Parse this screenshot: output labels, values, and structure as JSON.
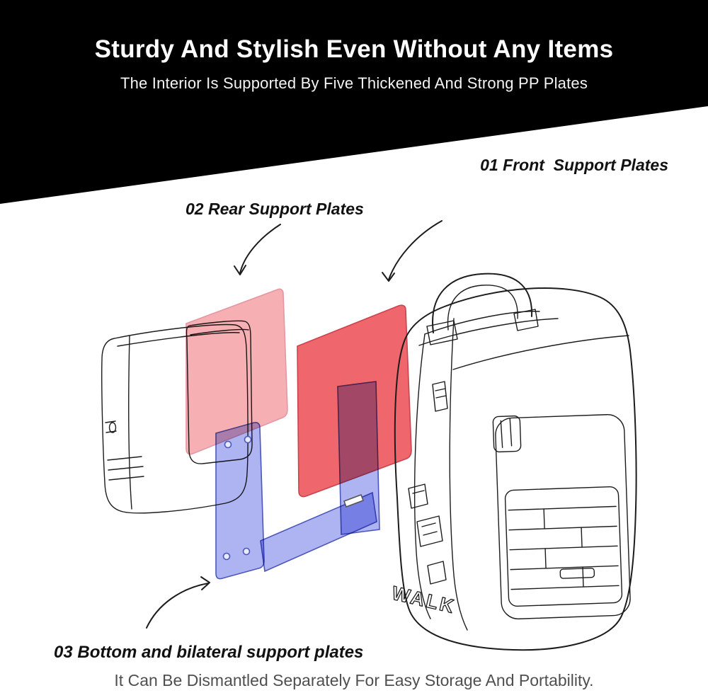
{
  "header": {
    "title": "Sturdy And Stylish Even Without Any Items",
    "subtitle": "The Interior Is Supported By Five Thickened And Strong PP Plates"
  },
  "annotations": {
    "front": "01 Front  Support Plates",
    "rear": "02 Rear Support Plates",
    "bottom": "03 Bottom and bilateral support plates"
  },
  "footer": {
    "caption": "It Can Be Dismantled Separately For Easy Storage And Portability."
  },
  "illustration": {
    "bag_text": "WALK"
  },
  "colors": {
    "banner_bg": "#000000",
    "banner_text": "#ffffff",
    "label_text": "#111111",
    "footer_text": "#4f4f4f",
    "sketch": "#1c1c1c",
    "rear_plate": "#f5a9ae",
    "rear_plate_stroke": "#e497a2",
    "front_plate": "#ee5a61",
    "front_plate_stroke": "#c9444f",
    "plate_overlap": "#9d3e5b",
    "bottom_plate": "#a9b0f0",
    "bottom_plate_stroke": "#4c57ba"
  }
}
